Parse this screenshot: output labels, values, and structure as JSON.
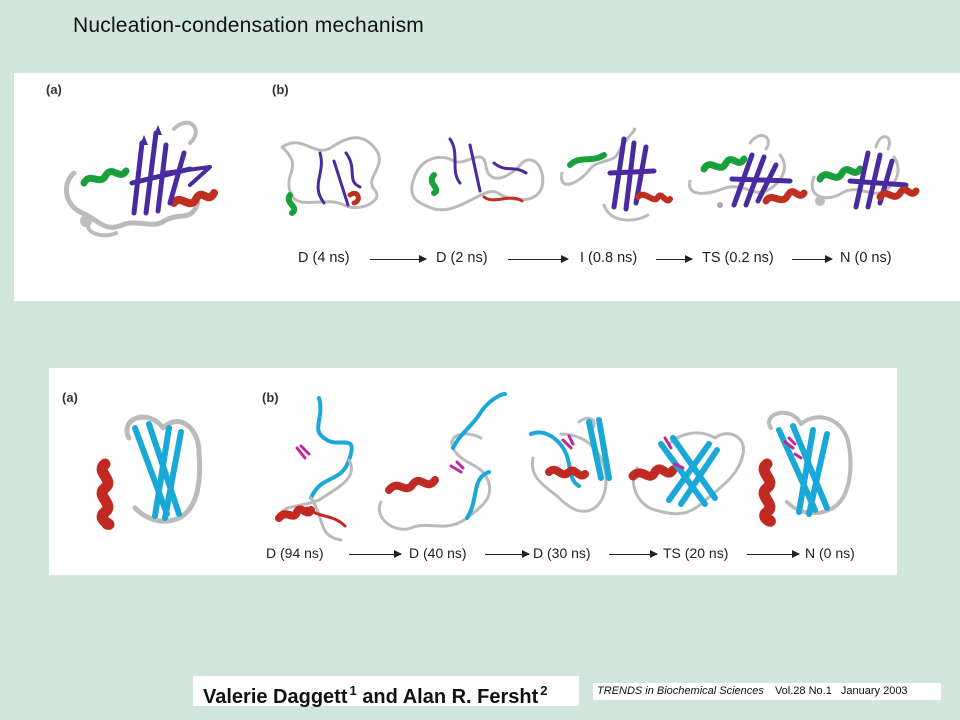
{
  "slide": {
    "title": "Nucleation-condensation  mechanism"
  },
  "figure_top": {
    "panel_a_label": "(a)",
    "panel_b_label": "(b)",
    "colors": {
      "strand": "#4a2aa0",
      "helix": "#c03020",
      "loop_helix": "#1aa03a",
      "coil": "#b8b8b8"
    },
    "states": [
      "D (4 ns)",
      "D (2 ns)",
      "I (0.8 ns)",
      "TS (0.2 ns)",
      "N (0 ns)"
    ]
  },
  "figure_bottom": {
    "panel_a_label": "(a)",
    "panel_b_label": "(b)",
    "colors": {
      "strand": "#1aa8d8",
      "helix": "#c02a22",
      "sidechain": "#c0289a",
      "coil": "#b8b8b8"
    },
    "states": [
      "D (94 ns)",
      "D (40 ns)",
      "D (30 ns)",
      "TS (20 ns)",
      "N (0 ns)"
    ]
  },
  "credits": {
    "author1": "Valerie Daggett",
    "author1_sup": "1",
    "connector": "and",
    "author2": "Alan R. Fersht",
    "author2_sup": "2"
  },
  "journal": {
    "name": "TRENDS in Biochemical Sciences",
    "volume": "Vol.28 No.1",
    "date": "January 2003"
  }
}
